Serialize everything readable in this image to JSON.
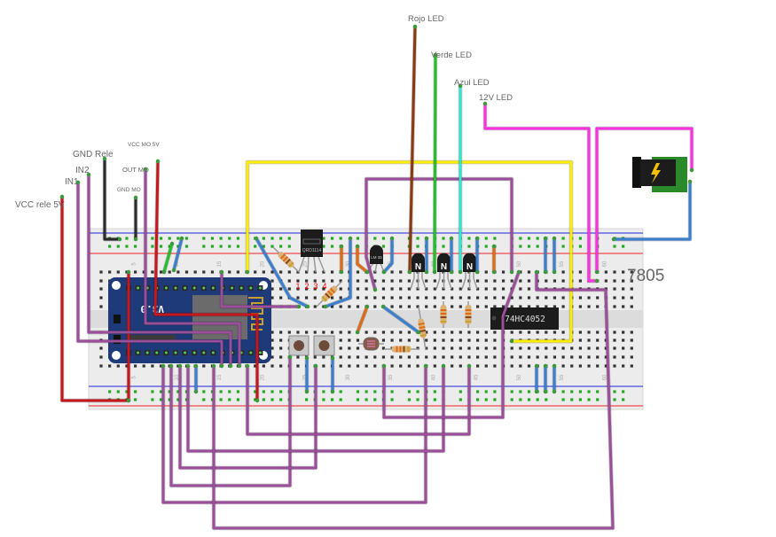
{
  "wire_labels": {
    "vcc_rele": "VCC rele 5V",
    "in1": "IN1",
    "in2": "IN2",
    "gnd_rele": "GND Rele",
    "gnd_mo": "GND MO",
    "out_mo": "OUT MO",
    "vcc_mo": "VCC MO 5V",
    "rojo": "Rojo LED",
    "verde": "Verde LED",
    "azul": "Azul LED",
    "led12v": "12V LED"
  },
  "annotations": {
    "regulator": "7805",
    "pin_numbers": [
      "1",
      "2",
      "3",
      "4"
    ]
  },
  "components": {
    "mcu_board": "V3.0",
    "reflective_sensor": "QRD1114",
    "temp_sensor": "LM 35",
    "transistor_mark": "N",
    "mux": "74HC4052",
    "power_jack_icon": "lightning-icon"
  },
  "colors": {
    "red": "#c8161d",
    "black": "#2b2b2b",
    "purple": "#9b4f9b",
    "yellow": "#ffee00",
    "brown": "#8b3a0f",
    "green": "#22c02a",
    "cyan": "#33e6d2",
    "magenta": "#ff30e0",
    "blue": "#3a7fd0",
    "orange": "#e06a10",
    "board_navy": "#1f3a78",
    "breadboard": "#e8e8e8",
    "rail_red": "#e22",
    "rail_blue": "#22d"
  }
}
